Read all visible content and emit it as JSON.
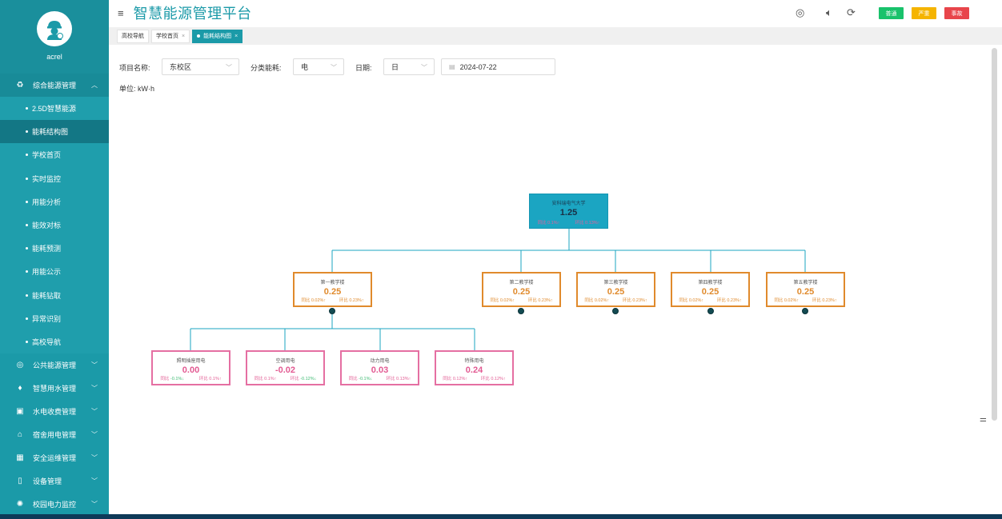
{
  "sidebar": {
    "brand": "acrel",
    "groups": [
      {
        "label": "综合能源管理",
        "icon": "recycle-icon",
        "expanded": true,
        "items": [
          "2.5D智慧能源",
          "能耗结构图",
          "学校首页",
          "实时监控",
          "用能分析",
          "能效对标",
          "能耗预测",
          "用能公示",
          "能耗钻取",
          "异常识别",
          "高校导航"
        ],
        "active_item": "能耗结构图"
      },
      {
        "label": "公共能源管理",
        "icon": "coin-icon"
      },
      {
        "label": "智慧用水管理",
        "icon": "water-drop-icon"
      },
      {
        "label": "水电收费管理",
        "icon": "billing-icon"
      },
      {
        "label": "宿舍用电管理",
        "icon": "house-icon"
      },
      {
        "label": "安全运维管理",
        "icon": "grid-icon"
      },
      {
        "label": "设备管理",
        "icon": "device-icon"
      },
      {
        "label": "校园电力监控",
        "icon": "power-icon"
      }
    ]
  },
  "header": {
    "title": "智慧能源管理平台",
    "badges": [
      {
        "label": "普通",
        "color": "#19c26b"
      },
      {
        "label": "严重",
        "color": "#f5b400"
      },
      {
        "label": "事故",
        "color": "#e8454b"
      }
    ]
  },
  "tabs": [
    {
      "label": "高校导航",
      "closable": false
    },
    {
      "label": "学校首页",
      "closable": true
    },
    {
      "label": "能耗结构图",
      "closable": true,
      "active": true
    }
  ],
  "filters": {
    "project_label": "项目名称:",
    "project_value": "东校区",
    "category_label": "分类能耗:",
    "category_value": "电",
    "date_label": "日期:",
    "date_unit": "日",
    "date_value": "2024-07-22"
  },
  "unit_label": "单位: kW·h",
  "tree": {
    "root": {
      "name": "安科瑞电气大学",
      "value": "1.25",
      "yoy": "同比 0.1%↑",
      "mom": "环比 0.13%↑"
    },
    "buildings": [
      {
        "name": "第一教学楼",
        "value": "0.25",
        "yoy": "同比 0.02%↑",
        "mom": "环比 0.23%↑"
      },
      {
        "name": "第二教学楼",
        "value": "0.25",
        "yoy": "同比 0.02%↑",
        "mom": "环比 0.23%↑"
      },
      {
        "name": "第三教学楼",
        "value": "0.25",
        "yoy": "同比 0.02%↑",
        "mom": "环比 0.23%↑"
      },
      {
        "name": "第四教学楼",
        "value": "0.25",
        "yoy": "同比 0.02%↑",
        "mom": "环比 0.23%↑"
      },
      {
        "name": "第五教学楼",
        "value": "0.25",
        "yoy": "同比 0.02%↑",
        "mom": "环比 0.23%↑"
      }
    ],
    "subitems": [
      {
        "name": "照明插座用电",
        "value": "0.00",
        "yoy_prefix": "同比 ",
        "yoy": "-0.1%↓",
        "yoy_down": true,
        "mom": "环比 0.1%↑",
        "mom_down": false
      },
      {
        "name": "空调用电",
        "value": "-0.02",
        "yoy_prefix": "同比 ",
        "yoy": "0.1%↑",
        "yoy_down": false,
        "mom_prefix": "环比 ",
        "mom": "-0.12%↓",
        "mom_down": true
      },
      {
        "name": "动力用电",
        "value": "0.03",
        "yoy_prefix": "同比 ",
        "yoy": "-0.1%↓",
        "yoy_down": true,
        "mom": "环比 0.13%↑",
        "mom_down": false
      },
      {
        "name": "特殊用电",
        "value": "0.24",
        "yoy_prefix": "同比 ",
        "yoy": "0.12%↑",
        "yoy_down": false,
        "mom": "环比 0.12%↑",
        "mom_down": false
      }
    ]
  },
  "colors": {
    "sidebar": "#1b9aa8",
    "accent": "#1b9aa8",
    "building_border": "#e08a2c",
    "sub_border": "#e56fa2",
    "line": "#1ba5c2"
  }
}
